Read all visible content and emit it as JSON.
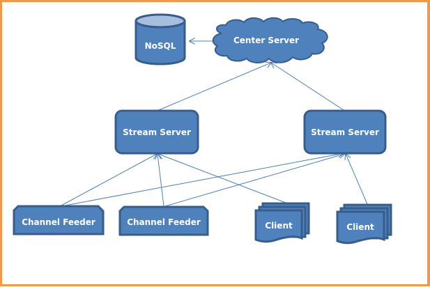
{
  "diagram": {
    "colors": {
      "node_fill": "#4f81bd",
      "node_stroke": "#385d8a",
      "edge": "#4a7ebb",
      "frame": "#f79646"
    },
    "nodes": {
      "nosql": {
        "label": "NoSQL",
        "shape": "cylinder"
      },
      "center_server": {
        "label": "Center Server",
        "shape": "cloud"
      },
      "stream_server_1": {
        "label": "Stream Server",
        "shape": "rounded-rectangle"
      },
      "stream_server_2": {
        "label": "Stream Server",
        "shape": "rounded-rectangle"
      },
      "channel_feeder_1": {
        "label": "Channel Feeder",
        "shape": "snipped-rectangle"
      },
      "channel_feeder_2": {
        "label": "Channel Feeder",
        "shape": "snipped-rectangle"
      },
      "client_1": {
        "label": "Client",
        "shape": "multi-document"
      },
      "client_2": {
        "label": "Client",
        "shape": "multi-document"
      }
    },
    "edges": [
      {
        "from": "center_server",
        "to": "nosql"
      },
      {
        "from": "stream_server_1",
        "to": "center_server"
      },
      {
        "from": "stream_server_2",
        "to": "center_server"
      },
      {
        "from": "channel_feeder_1",
        "to": "stream_server_1"
      },
      {
        "from": "channel_feeder_1",
        "to": "stream_server_2"
      },
      {
        "from": "channel_feeder_2",
        "to": "stream_server_1"
      },
      {
        "from": "channel_feeder_2",
        "to": "stream_server_2"
      },
      {
        "from": "client_1",
        "to": "stream_server_1"
      },
      {
        "from": "client_2",
        "to": "stream_server_2"
      }
    ]
  }
}
